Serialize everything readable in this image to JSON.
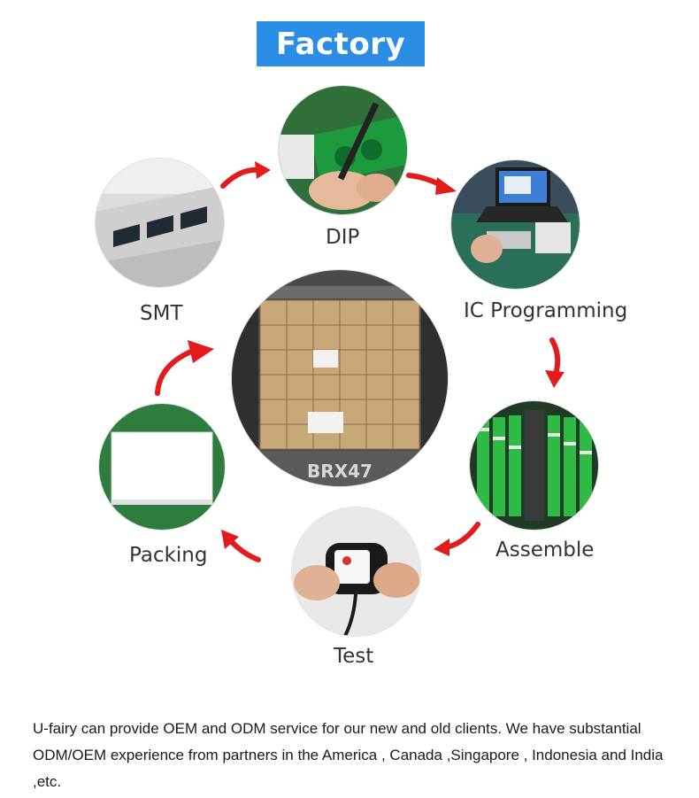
{
  "title": "Factory",
  "colors": {
    "banner": "#2b8ee6",
    "arrow": "#e31b1b",
    "label": "#333333"
  },
  "stages": {
    "dip": {
      "label": "DIP"
    },
    "ic_programming": {
      "label": "IC Programming"
    },
    "assemble": {
      "label": "Assemble"
    },
    "test": {
      "label": "Test"
    },
    "packing": {
      "label": "Packing"
    },
    "smt": {
      "label": "SMT"
    }
  },
  "description": "U-fairy can provide OEM and ODM service for our new and old clients. We have substantial ODM/OEM experience from partners in the America , Canada ,Singapore , Indonesia and India ,etc.",
  "center_image": {
    "container_code": "BRX47"
  }
}
